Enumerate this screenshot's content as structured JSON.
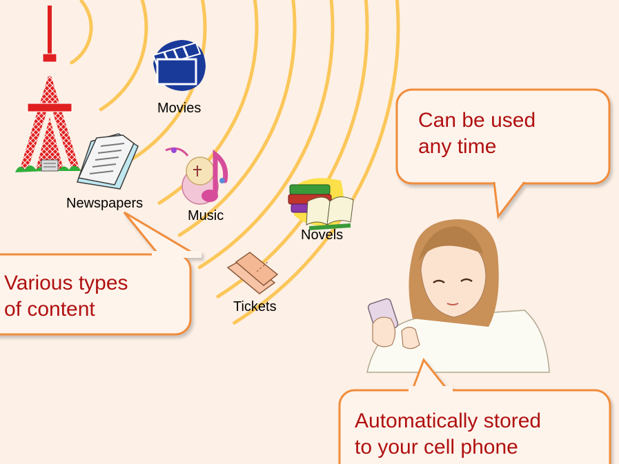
{
  "labels": {
    "movies": "Movies",
    "newspapers": "Newspapers",
    "music": "Music",
    "novels": "Novels",
    "tickets": "Tickets"
  },
  "bubbles": {
    "anytime_line1": "Can be used",
    "anytime_line2": "any time",
    "content_line1": "Various types",
    "content_line2": "of content",
    "stored_line1": "Automatically stored",
    "stored_line2": "to your cell phone"
  },
  "colors": {
    "background": "#fdf0e6",
    "wave": "#fbc75a",
    "bubble_border": "#f08c3a",
    "bubble_text": "#b01010",
    "tower": "#e02020"
  },
  "icons": [
    "tower-icon",
    "clapperboard-icon",
    "newspaper-icon",
    "music-note-icon",
    "books-icon",
    "tickets-icon",
    "woman-with-phone-icon"
  ]
}
